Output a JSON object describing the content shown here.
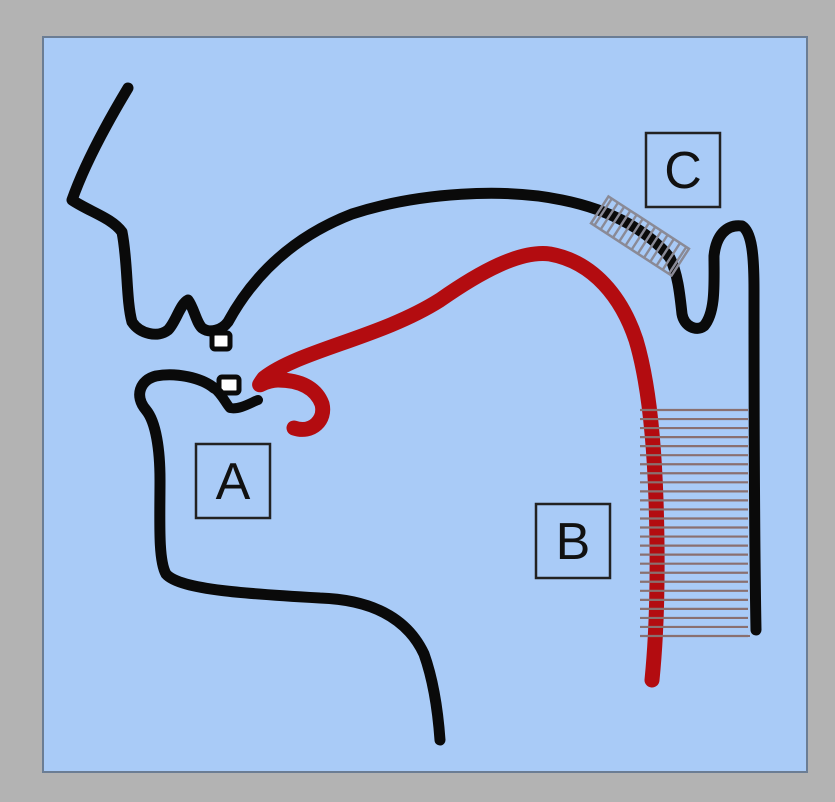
{
  "diagram": {
    "labels": {
      "a": "A",
      "b": "B",
      "c": "C"
    },
    "colors": {
      "outer_frame": "#b3b3b3",
      "panel_background": "#a9cbf7",
      "panel_border": "#6b7d94",
      "outline": "#0a0a0a",
      "tongue": "#b30c10",
      "constriction_hatch": "#8a7070",
      "velum_hatch": "#8a8a96",
      "label_box_border": "#222222"
    }
  }
}
